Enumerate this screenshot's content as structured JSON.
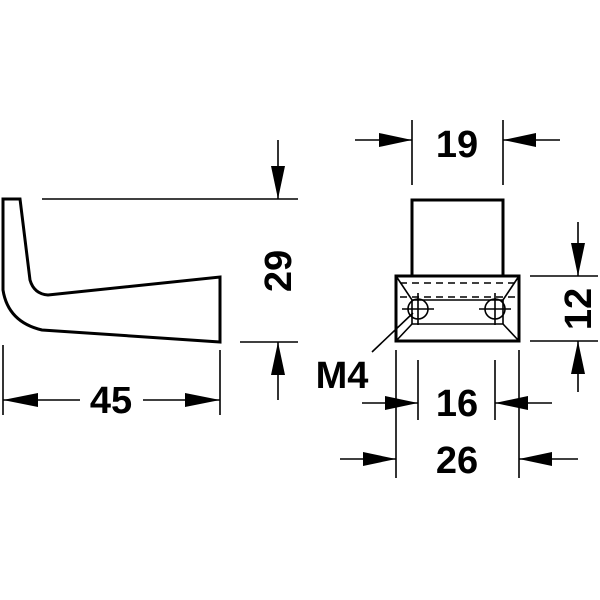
{
  "drawing": {
    "line_color": "#000000",
    "background_color": "#ffffff",
    "dimensions": {
      "side_width": "45",
      "side_height": "29",
      "front_top_width": "19",
      "front_screw_spacing": "16",
      "front_base_width": "26",
      "front_base_height": "12",
      "thread_label": "M4"
    }
  }
}
